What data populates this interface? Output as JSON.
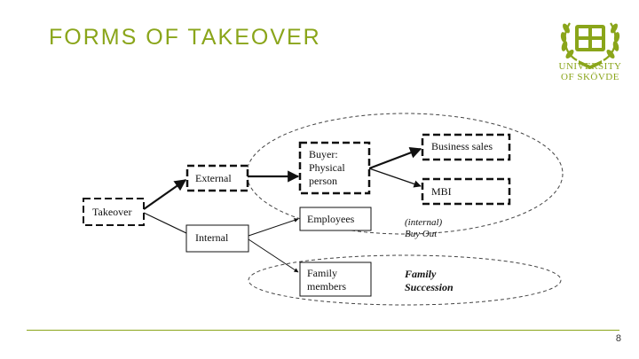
{
  "title": "FORMS OF TAKEOVER",
  "logo": {
    "line1": "UNIVERSITY",
    "line2": "OF SKÖVDE",
    "accent_color": "#8aa51a"
  },
  "diagram": {
    "takeover": "Takeover",
    "external": "External",
    "internal": "Internal",
    "buyer_line1": "Buyer:",
    "buyer_line2": "Physical",
    "buyer_line3": "person",
    "business_sales": "Business sales",
    "mbi": "MBI",
    "employees": "Employees",
    "family_line1": "Family",
    "family_line2": "members",
    "internal_buyout_line1": "(internal)",
    "internal_buyout_line2": "Buy Out",
    "family_succession_line1": "Family",
    "family_succession_line2": "Succession"
  },
  "footer": {
    "page_number": "8"
  }
}
